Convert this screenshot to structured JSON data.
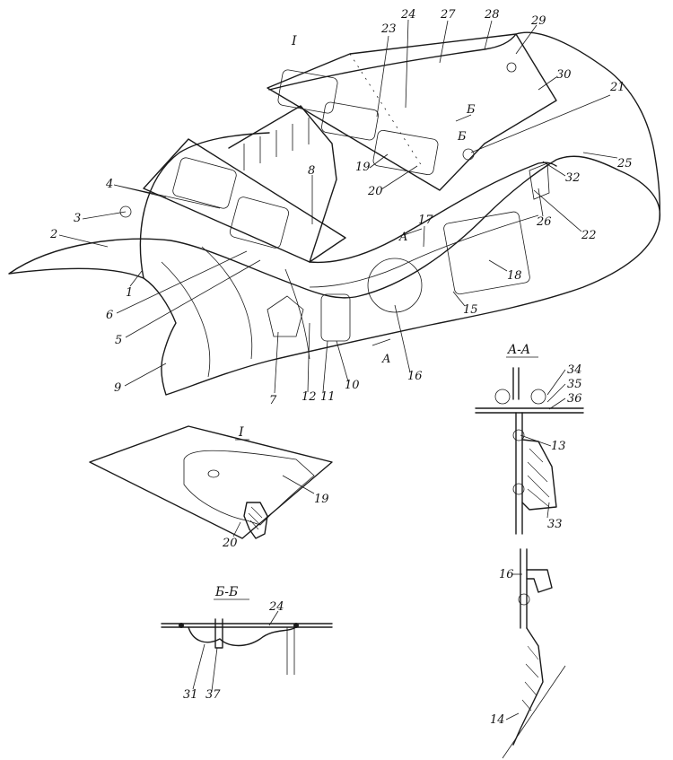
{
  "figure": {
    "callouts": [
      "1",
      "2",
      "3",
      "4",
      "5",
      "6",
      "7",
      "8",
      "9",
      "10",
      "11",
      "12",
      "13",
      "14",
      "15",
      "16",
      "17",
      "18",
      "19",
      "20",
      "21",
      "22",
      "23",
      "24",
      "25",
      "26",
      "27",
      "28",
      "29",
      "30",
      "31",
      "32",
      "33",
      "34",
      "35",
      "36",
      "37"
    ],
    "view_I_label": "I",
    "section_AA_label": "A-A",
    "section_BB_label": "Б-Б",
    "cut_marker_A": "A",
    "cut_marker_B": "Б",
    "colors": {
      "ink": "#1a1a1a",
      "paper": "#ffffff"
    }
  }
}
